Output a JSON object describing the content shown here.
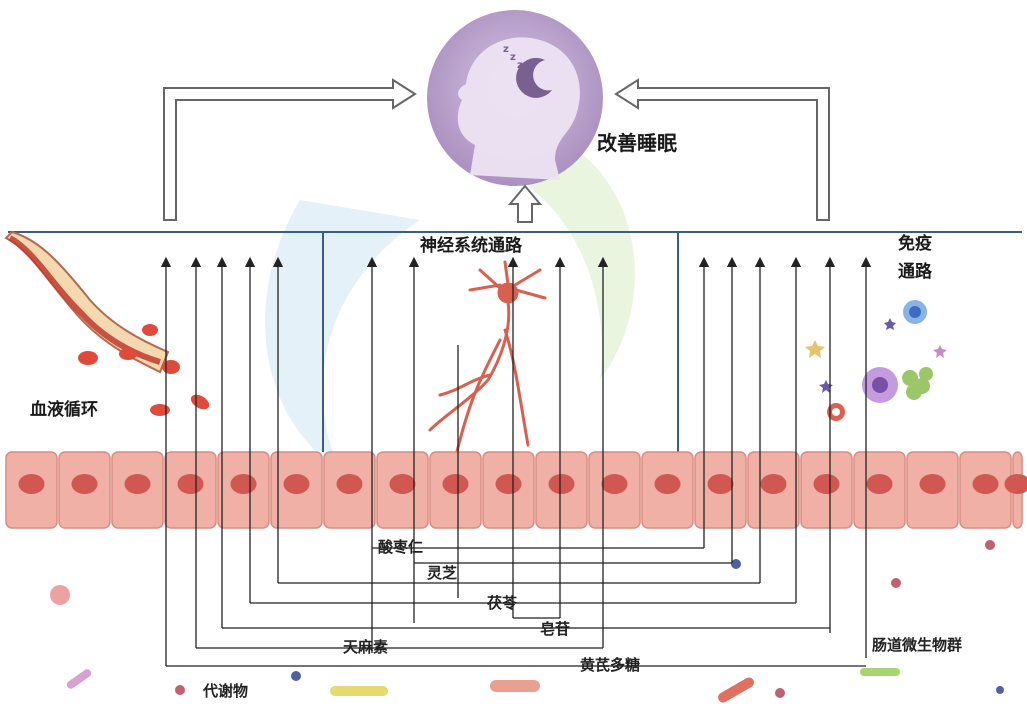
{
  "labels": {
    "sleep": "改善睡眠",
    "nervous": "神经系统通路",
    "immune_line1": "免疫",
    "immune_line2": "通路",
    "blood": "血液循环",
    "gut": "肠道微生物群",
    "metabolite": "代谢物",
    "gastrodin": "天麻素",
    "jujube": "酸枣仁",
    "ganoderma": "灵芝",
    "poria": "茯苓",
    "saponin": "皂苷",
    "astragalus": "黄芪多糖"
  },
  "colors": {
    "head_circle": "#b49cc8",
    "barrier_line": "#3c5a8c",
    "cells": "#f0b0a6",
    "nucleus": "#d05850",
    "neuron": "#d8604f",
    "arrow": "#222222"
  }
}
